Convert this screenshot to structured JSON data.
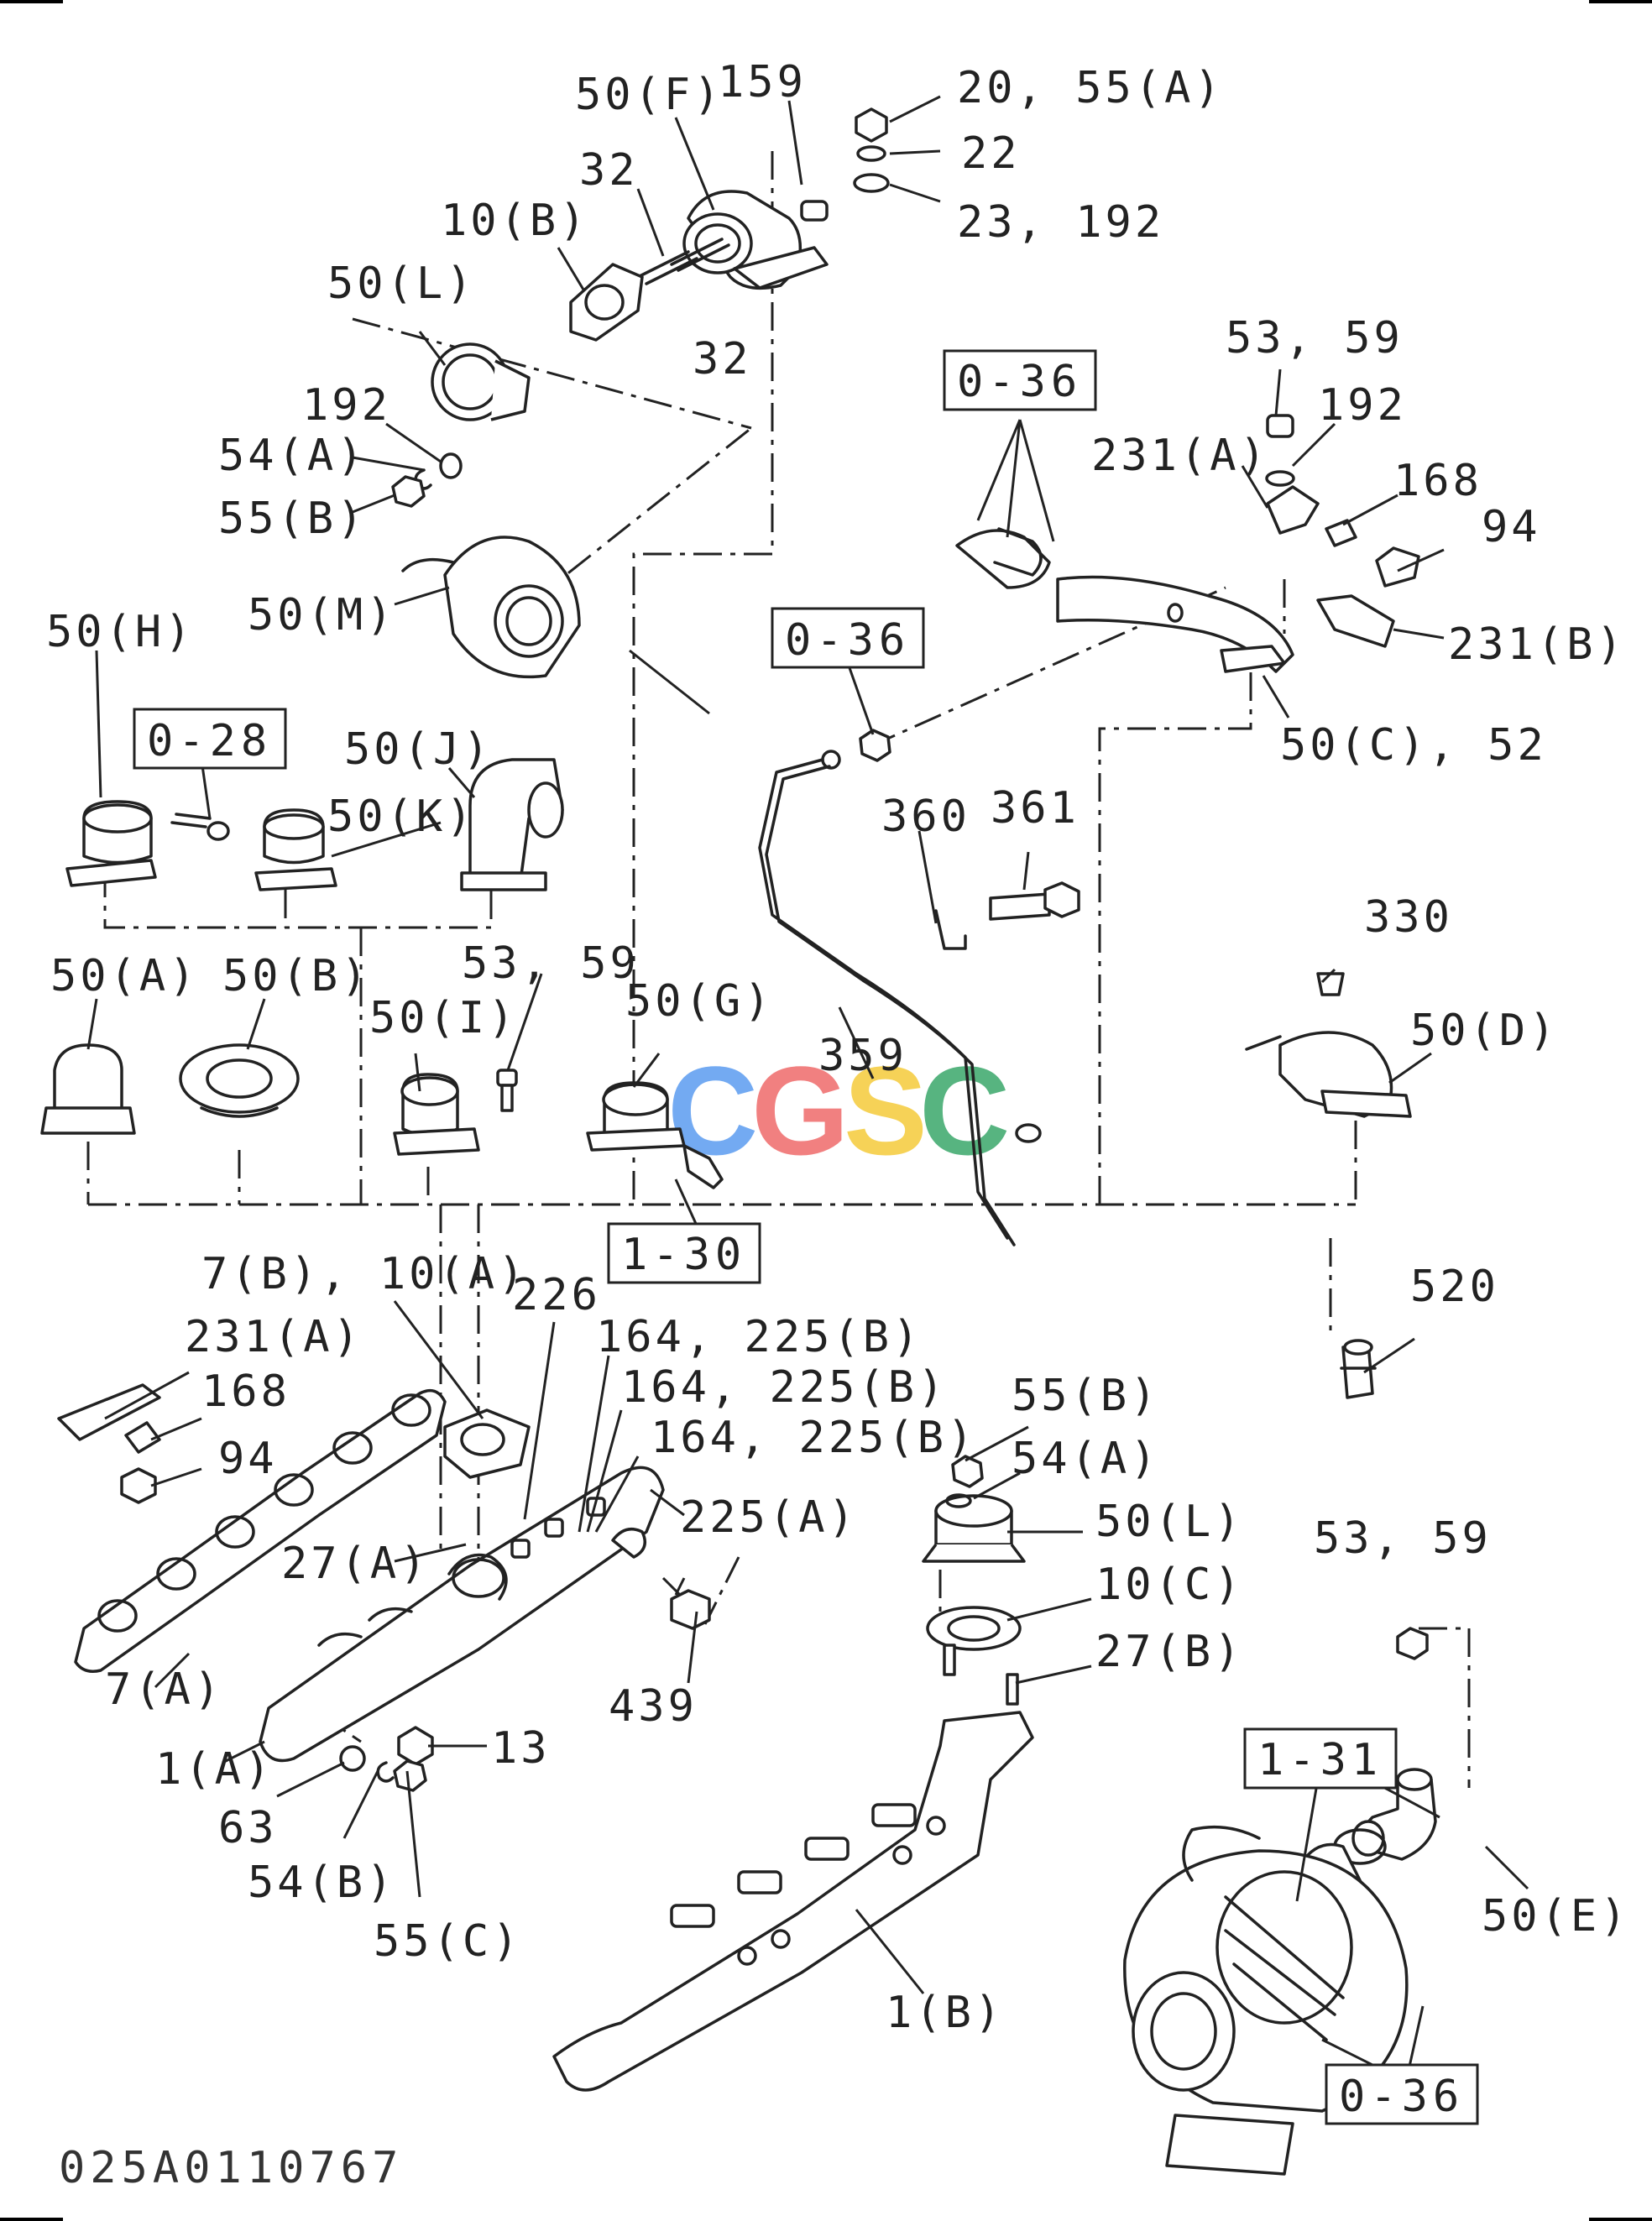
{
  "diagram_code": "025A0110767",
  "watermark": {
    "letters": [
      "C",
      "G",
      "S",
      "C"
    ],
    "colors": [
      "#5b9cf0",
      "#ef6b6b",
      "#f5cb3a",
      "#3aa86b"
    ]
  },
  "labels": {
    "l50F": "50(F)",
    "l159": "159",
    "l20_55A": "20, 55(A)",
    "l22": "22",
    "l32a": "32",
    "l10B": "10(B)",
    "l23_192": "23, 192",
    "l50L_top": "50(L)",
    "l32b": "32",
    "l192a": "192",
    "l54A_top": "54(A)",
    "l55B_top": "55(B)",
    "l50M": "50(M)",
    "l53_59_tr": "53, 59",
    "l192b": "192",
    "l231A_tr": "231(A)",
    "l168_tr": "168",
    "l94_tr": "94",
    "l231B": "231(B)",
    "l50C_52": "50(C), 52",
    "l50H": "50(H)",
    "l50J": "50(J)",
    "l50K": "50(K)",
    "l360": "360",
    "l361": "361",
    "l50A": "50(A)",
    "l50B": "50(B)",
    "l53_59_mid": "53, 59",
    "l50I": "50(I)",
    "l50G": "50(G)",
    "l330": "330",
    "l50D": "50(D)",
    "l359": "359",
    "l7B_10A": "7(B), 10(A)",
    "l226": "226",
    "l231A_left": "231(A)",
    "l164_225B_1": "164, 225(B)",
    "l164_225B_2": "164, 225(B)",
    "l164_225B_3": "164, 225(B)",
    "l168_left": "168",
    "l94_left": "94",
    "l225A": "225(A)",
    "l27A": "27(A)",
    "l520": "520",
    "l55B_mid": "55(B)",
    "l54A_mid": "54(A)",
    "l50L_mid": "50(L)",
    "l10C": "10(C)",
    "l27B": "27(B)",
    "l53_59_br": "53, 59",
    "l7A": "7(A)",
    "l439": "439",
    "l1A": "1(A)",
    "l13": "13",
    "l63": "63",
    "l54B": "54(B)",
    "l55C": "55(C)",
    "l1B": "1(B)",
    "l50E": "50(E)"
  },
  "refs": {
    "r036_top": "0-36",
    "r036_mid": "0-36",
    "r028": "0-28",
    "r130": "1-30",
    "r131": "1-31",
    "r036_bottom": "0-36"
  }
}
